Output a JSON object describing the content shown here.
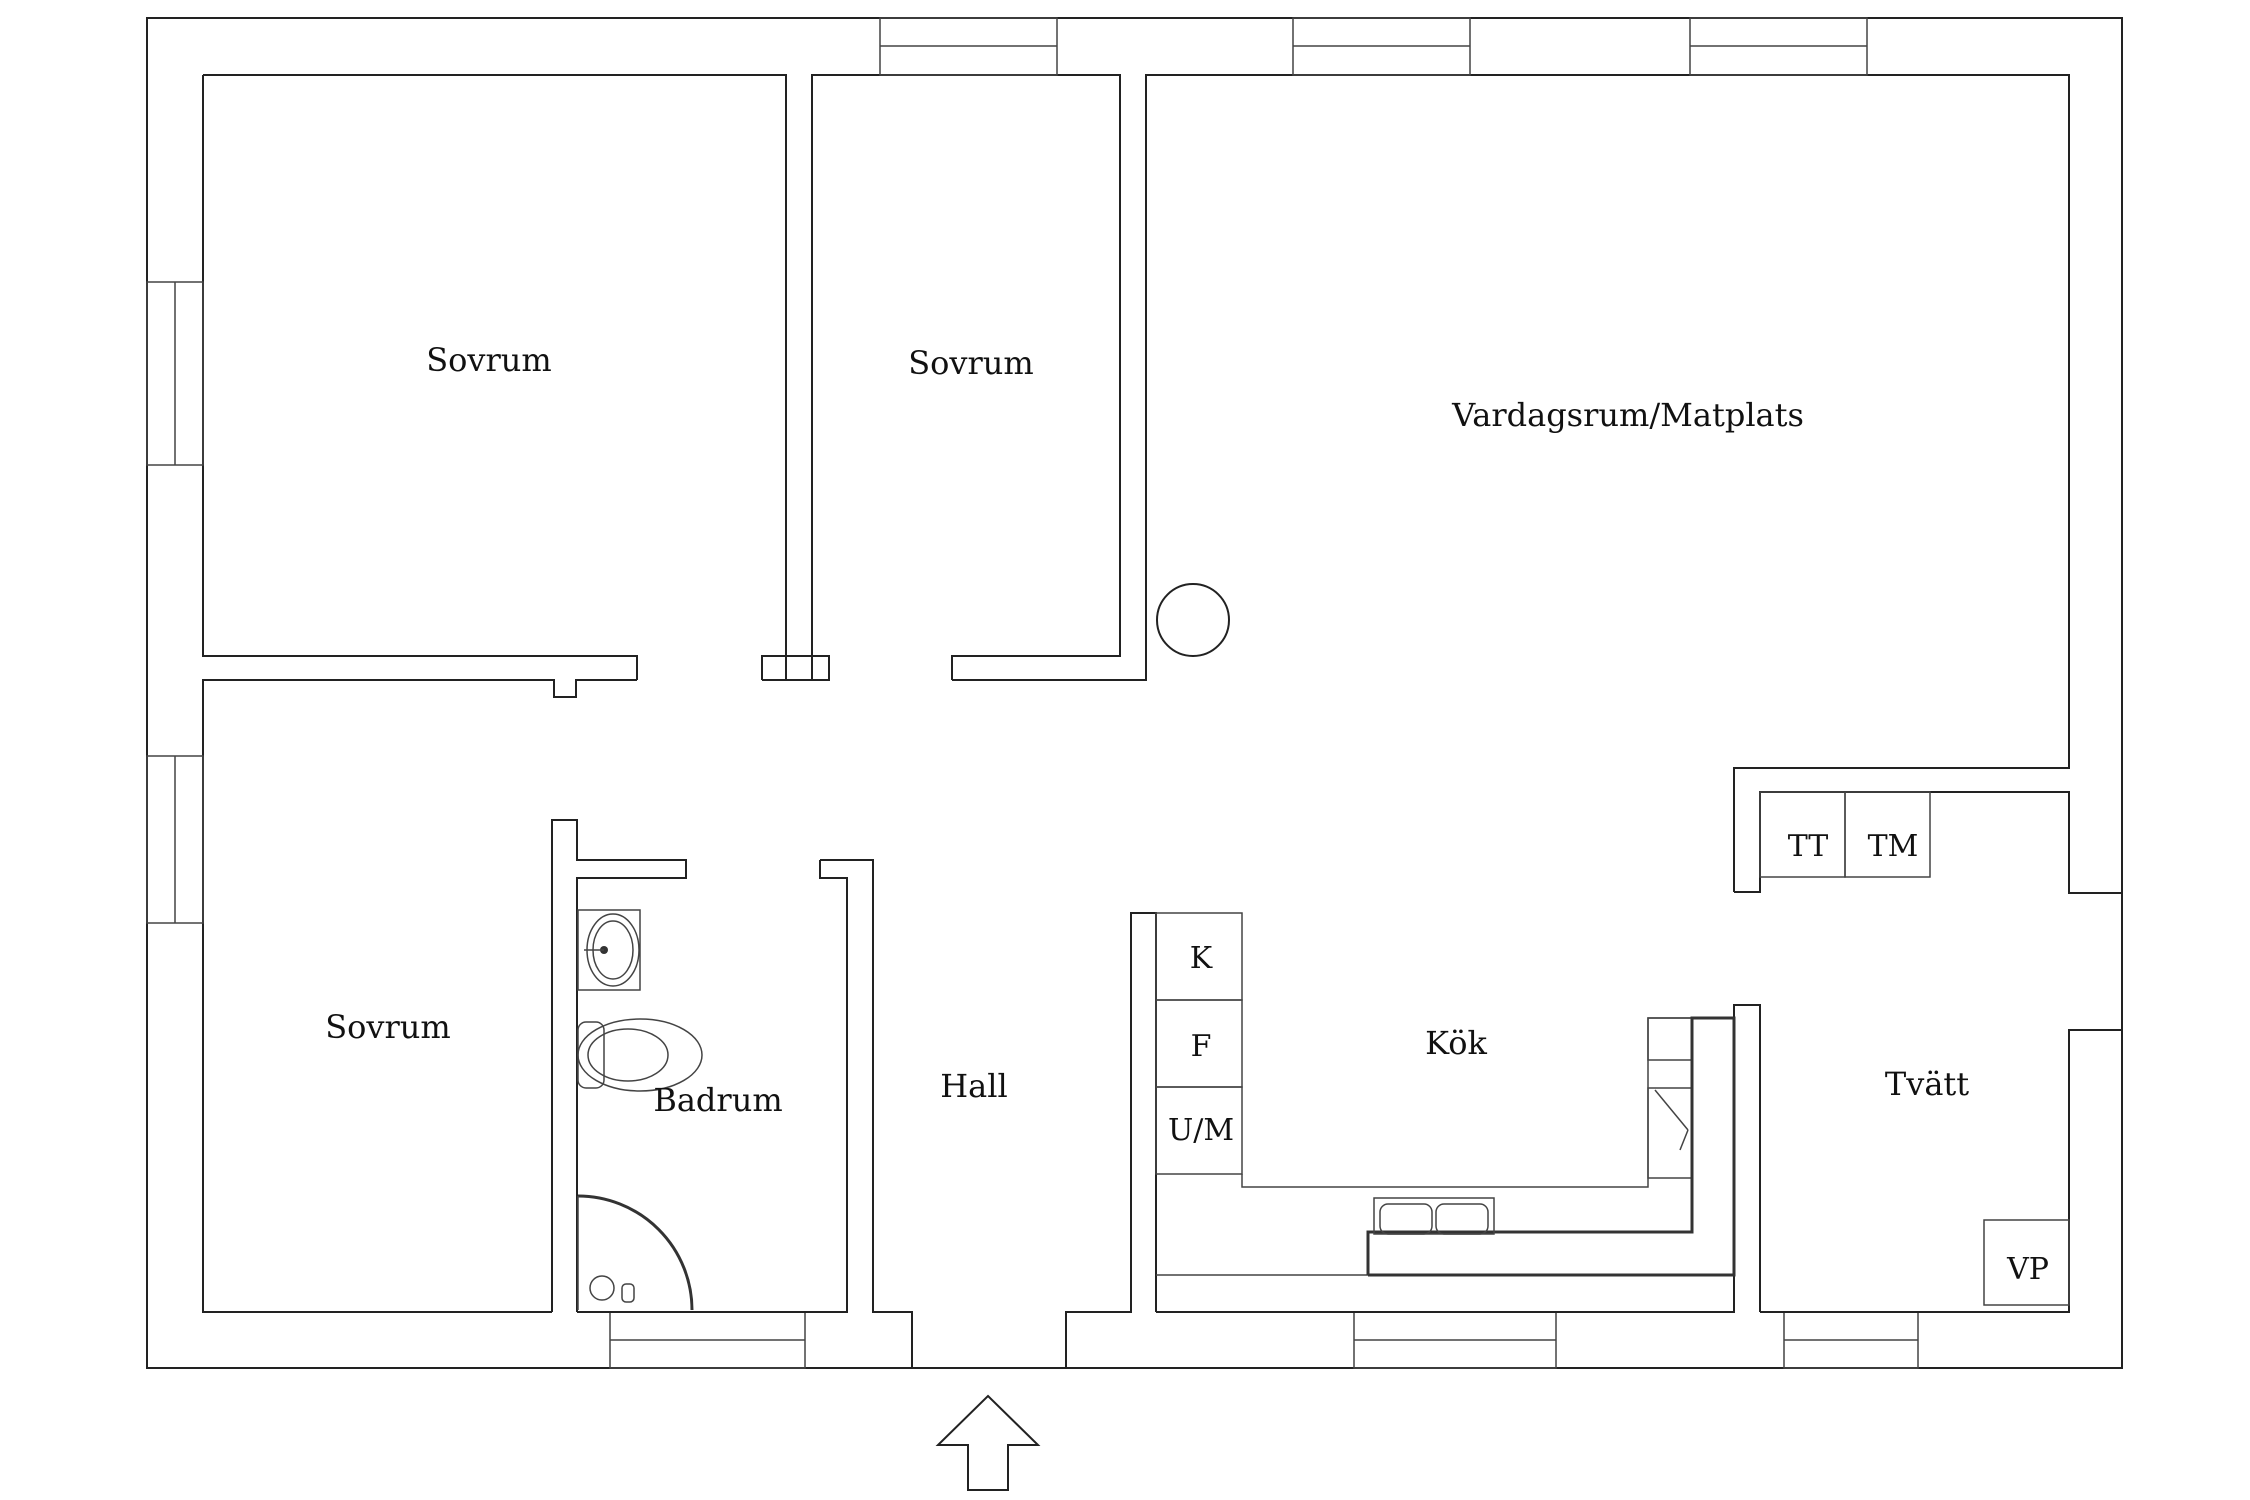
{
  "rooms": {
    "sovrum_top_left": "Sovrum",
    "sovrum_top_middle": "Sovrum",
    "vardagsrum": "Vardagsrum/Matplats",
    "sovrum_bottom_left": "Sovrum",
    "badrum": "Badrum",
    "hall": "Hall",
    "kok": "Kök",
    "tvatt": "Tvätt"
  },
  "appliances": {
    "tt": "TT",
    "tm": "TM",
    "k": "K",
    "f": "F",
    "um": "U/M",
    "vp": "VP"
  },
  "icons": {
    "entrance": "arrow-up-icon",
    "column": "circle-column-icon",
    "sink": "washbasin-icon",
    "toilet": "toilet-icon",
    "shower": "quarter-circle-shower-icon",
    "kitchen_sink": "double-sink-icon"
  }
}
